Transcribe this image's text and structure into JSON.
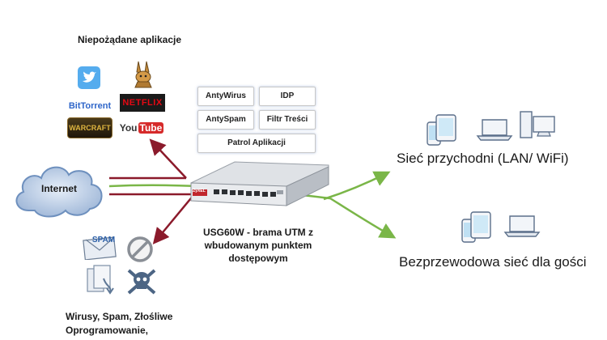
{
  "unwanted_apps": {
    "title": "Niepożądane aplikacje",
    "bittorrent": "BitTorrent",
    "netflix": "NETFLIX",
    "warcraft": "WARCRAFT",
    "youtube_you": "You",
    "youtube_tube": "Tube"
  },
  "services": {
    "antivirus": "AntyWirus",
    "idp": "IDP",
    "antispam": "AntySpam",
    "content_filter": "Filtr Treści",
    "app_patrol": "Patrol Aplikacji"
  },
  "internet_label": "Internet",
  "device": {
    "caption_line1": "USG60W -  brama UTM z",
    "caption_line2": "wbudowanym punktem",
    "caption_line3": "dostępowym",
    "brand": "ZyXEL"
  },
  "threats": {
    "spam_label": "SPAM",
    "caption_line1": "Wirusy, Spam, Złośliwe",
    "caption_line2": "Oprogramowanie,"
  },
  "networks": {
    "clinic": "Sieć przychodni (LAN/ WiFi)",
    "guest": "Bezprzewodowa sieć dla gości"
  },
  "colors": {
    "threat_arrow": "#8b1a2b",
    "network_arrow": "#7ab648",
    "service_glow": "#7a9cd0",
    "cloud": "#6e90be"
  }
}
